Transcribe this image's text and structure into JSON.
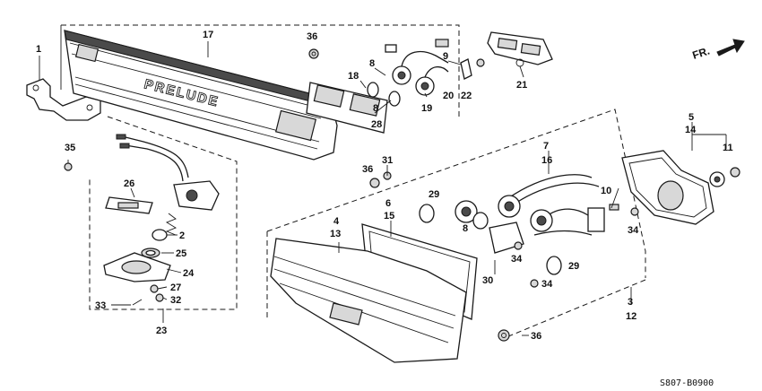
{
  "diagram_code": "S807-B0900",
  "direction_label": "FR.",
  "brand_text": "PRELUDE",
  "callouts": {
    "c1": "1",
    "c2": "2",
    "c3": "3",
    "c4": "4",
    "c5": "5",
    "c6": "6",
    "c7": "7",
    "c8a": "8",
    "c8b": "8",
    "c8c": "8",
    "c9": "9",
    "c10": "10",
    "c11": "11",
    "c12": "12",
    "c13": "13",
    "c14": "14",
    "c15": "15",
    "c16": "16",
    "c17": "17",
    "c18": "18",
    "c19": "19",
    "c20": "20",
    "c21": "21",
    "c22": "22",
    "c23": "23",
    "c24": "24",
    "c25": "25",
    "c26": "26",
    "c27": "27",
    "c28": "28",
    "c29a": "29",
    "c29b": "29",
    "c30": "30",
    "c31": "31",
    "c32": "32",
    "c33": "33",
    "c34a": "34",
    "c34b": "34",
    "c34c": "34",
    "c35": "35",
    "c36a": "36",
    "c36b": "36",
    "c36c": "36"
  }
}
